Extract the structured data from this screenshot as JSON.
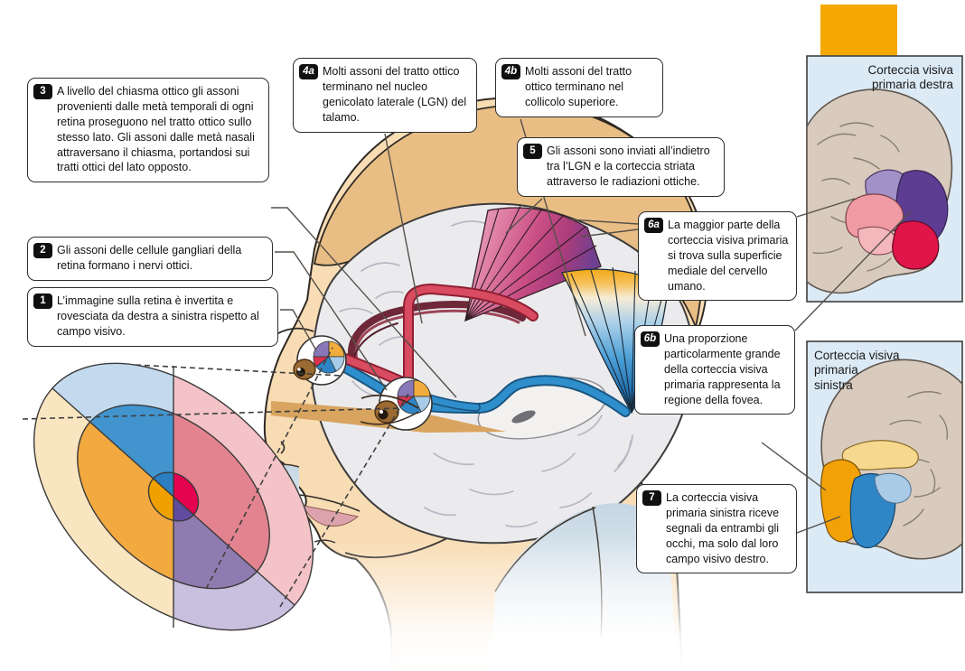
{
  "callouts": {
    "c1": {
      "badge": "1",
      "text": "L’immagine sulla retina è invertita e rovesciata da destra a sinistra rispetto al campo visivo."
    },
    "c2": {
      "badge": "2",
      "text": "Gli assoni delle cellule gangliari della retina formano i nervi ottici."
    },
    "c3": {
      "badge": "3",
      "text": "A livello del chiasma ottico gli assoni provenienti dalle metà temporali di ogni retina proseguono nel tratto ottico sullo stesso lato. Gli assoni dalle metà nasali attraversano il chiasma, portandosi sui tratti ottici del lato opposto."
    },
    "c4a": {
      "badge": "4a",
      "text": "Molti assoni del tratto ottico terminano nel nucleo genicolato laterale (LGN) del talamo."
    },
    "c4b": {
      "badge": "4b",
      "text": "Molti assoni del tratto ottico terminano nel collicolo superiore."
    },
    "c5": {
      "badge": "5",
      "text": "Gli assoni sono inviati all’indietro tra l’LGN e la corteccia striata attraverso le radiazioni ottiche."
    },
    "c6a": {
      "badge": "6a",
      "text": "La maggior parte della corteccia visiva primaria si trova sulla superficie mediale del cervello umano."
    },
    "c6b": {
      "badge": "6b",
      "text": "Una proporzione particolarmente grande della corteccia visiva primaria rappresenta la regione della fovea."
    },
    "c7": {
      "badge": "7",
      "text": "La corteccia visiva primaria sinistra riceve segnali da entrambi gli occhi, ma solo dal loro campo visivo destro."
    }
  },
  "panels": {
    "right": {
      "title": "Corteccia visiva primaria destra",
      "title_lines": [
        "Corteccia visiva",
        "primaria destra"
      ]
    },
    "left": {
      "title": "Corteccia visiva primaria sinistra",
      "title_lines": [
        "Corteccia visiva",
        "primaria",
        "sinistra"
      ]
    }
  },
  "colors": {
    "orange_tab": "#F5A802",
    "panel_background": "#DCEAF6",
    "skin": "#F8DCB4",
    "skull_cap": "#E9BE85",
    "brain_gray": "#EBEBEE",
    "field_blue": "#4194CE",
    "field_orange": "#F2A93F",
    "field_red": "#E2838F",
    "field_purple": "#907BB0",
    "fovea_crimson": "#E3034E",
    "tract_red": "#D84B60",
    "tract_blue": "#2F8FCC"
  }
}
